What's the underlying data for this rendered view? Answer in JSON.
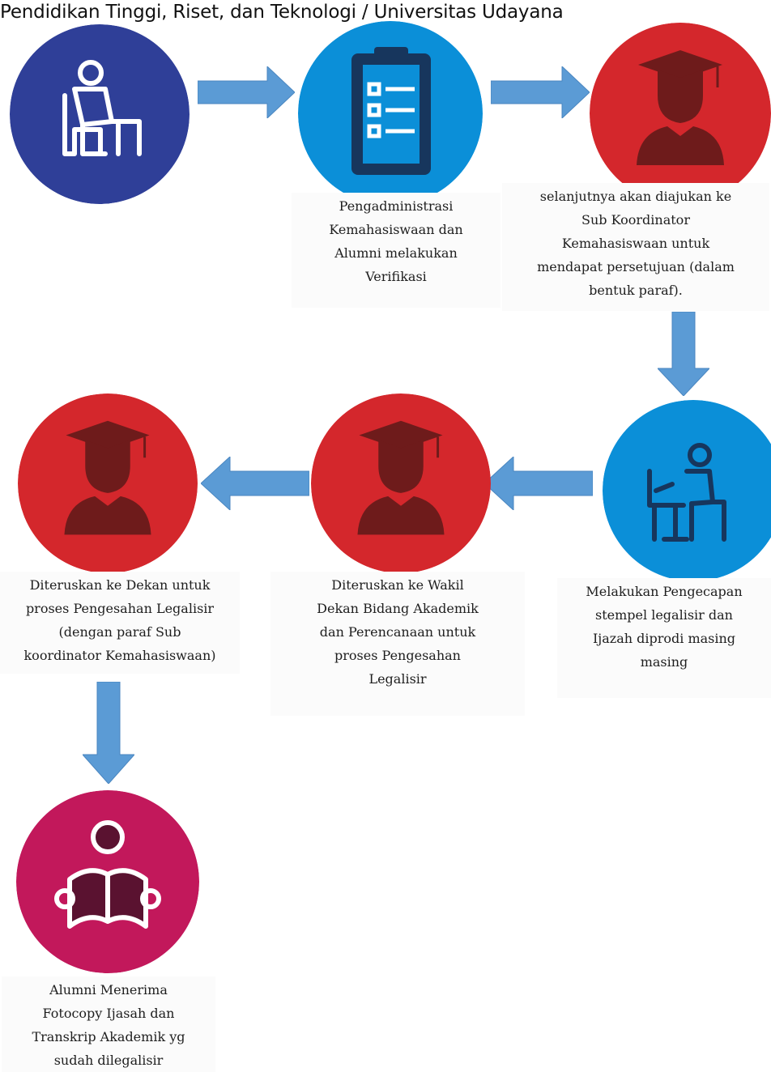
{
  "header": {
    "text": "Pendidikan Tinggi, Riset, dan Teknologi / Universitas Udayana"
  },
  "colors": {
    "navy": "#2f3f98",
    "blue": "#0b8fd8",
    "red": "#d4272c",
    "magenta": "#c2185b",
    "arrow": "#5b9bd5",
    "figure_dark_red": "#6e1b1b",
    "figure_dark_magenta": "#5a1230"
  },
  "steps": [
    {
      "icon": "seated-person-icon",
      "color": "navy",
      "lines": []
    },
    {
      "icon": "clipboard-checklist-icon",
      "color": "blue",
      "lines": [
        "Pengadministrasi",
        "Kemahasiswaan dan",
        "Alumni melakukan",
        "Verifikasi"
      ]
    },
    {
      "icon": "graduate-icon",
      "color": "red",
      "lines": [
        "selanjutnya akan diajukan ke",
        "Sub Koordinator",
        "Kemahasiswaan untuk",
        "mendapat persetujuan (dalam",
        "bentuk paraf)."
      ]
    },
    {
      "icon": "person-at-laptop-icon",
      "color": "blue",
      "lines": [
        "Melakukan Pengecapan",
        "stempel legalisir dan",
        "Ijazah diprodi masing",
        "masing"
      ]
    },
    {
      "icon": "graduate-icon",
      "color": "red",
      "lines": [
        "Diteruskan ke Wakil",
        "Dekan Bidang Akademik",
        "dan Perencanaan untuk",
        "proses Pengesahan",
        "Legalisir"
      ]
    },
    {
      "icon": "graduate-icon",
      "color": "red",
      "lines": [
        "Diteruskan ke Dekan untuk",
        "proses Pengesahan Legalisir",
        "(dengan paraf Sub",
        "koordinator Kemahasiswaan)"
      ]
    },
    {
      "icon": "reading-person-icon",
      "color": "magenta",
      "lines": [
        "Alumni Menerima",
        "Fotocopy Ijasah dan",
        "Transkrip Akademik yg",
        "sudah dilegalisir"
      ]
    }
  ]
}
